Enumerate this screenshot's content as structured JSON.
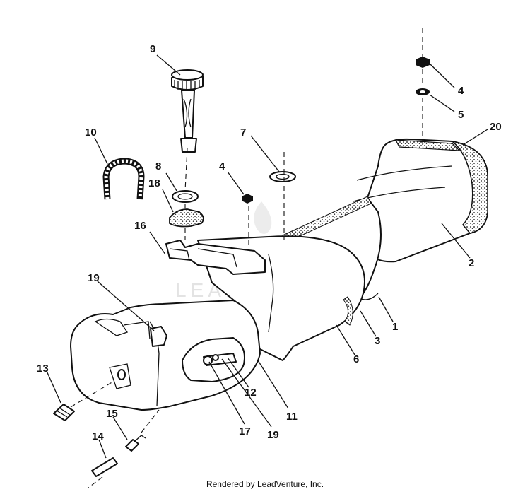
{
  "watermark": "LEADVENTURE",
  "credit": "Rendered by LeadVenture, Inc.",
  "callouts": {
    "c1": "1",
    "c2": "2",
    "c3": "3",
    "c4a": "4",
    "c4b": "4",
    "c5": "5",
    "c6": "6",
    "c7": "7",
    "c8": "8",
    "c9": "9",
    "c10": "10",
    "c11": "11",
    "c12": "12",
    "c13": "13",
    "c14": "14",
    "c15": "15",
    "c16": "16",
    "c17": "17",
    "c18": "18",
    "c19a": "19",
    "c19b": "19",
    "c20": "20"
  }
}
